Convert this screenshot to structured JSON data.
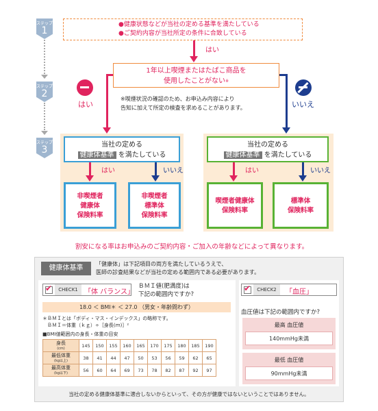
{
  "steps": [
    {
      "label": "ステップ",
      "num": "1"
    },
    {
      "label": "ステップ",
      "num": "2"
    },
    {
      "label": "ステップ",
      "num": "3"
    }
  ],
  "step1": {
    "line1": "●健康状態などが当社の定める基準を満たしている",
    "line2": "●ご契約内容が当社所定の条件に合致している",
    "yes": "はい"
  },
  "step2": {
    "q_line1": "1年以上喫煙またはたばこ商品を",
    "q_line2": "使用したことがない",
    "q_mark": "※",
    "note_line1": "※喫煙状況の確認のため、お申込み内容により",
    "note_line2": "告知に加えて所定の検査を求めることがあります。",
    "yes": "はい",
    "no": "いいえ"
  },
  "step3": {
    "box_line1": "当社の定める",
    "box_std": "健康体基準",
    "box_line2": "を満たしている",
    "yes": "はい",
    "no": "いいえ",
    "categories": [
      {
        "l1": "非喫煙者",
        "l2": "健康体",
        "l3": "保険料率"
      },
      {
        "l1": "非喫煙者",
        "l2": "標準体",
        "l3": "保険料率"
      },
      {
        "l1": "喫煙者健康体",
        "l2": "保険料率"
      },
      {
        "l1": "標準体",
        "l2": "保険料率"
      }
    ]
  },
  "discount_note": "割安になる率はお申込みのご契約内容・ご加入の年齢などによって異なります。",
  "criteria": {
    "title": "健康体基準",
    "desc_line1": "「健康体」は下記項目の両方を満たしているうえで、",
    "desc_line2": "医師の診査結果などが当社の定める範囲内である必要があります。",
    "check1": {
      "tag": "CHECK1",
      "name": "「体 バランス」",
      "q_line1": "ＢＭＩ値(肥満度)は",
      "q_line2": "下記の範囲内ですか?",
      "range": "18.0 ＜ BMI＊ ＜ 27.0 （男女・年齢問わず）",
      "def1": "＊ＢＭＩとは「ボディ・マス・インデックス」の略称です。",
      "def2": "ＢＭＩ＝体重（ｋｇ）÷［身長(ｍ)］²",
      "table_title": "■BMI値範囲内の身長・体重の目安",
      "rows": [
        {
          "h": "身長",
          "unit": "(cm)",
          "vals": [
            "145",
            "150",
            "155",
            "160",
            "165",
            "170",
            "175",
            "180",
            "185",
            "190"
          ]
        },
        {
          "h": "最低体重",
          "unit": "(kg以上)",
          "vals": [
            "38",
            "41",
            "44",
            "47",
            "50",
            "53",
            "56",
            "59",
            "62",
            "65"
          ]
        },
        {
          "h": "最高体重",
          "unit": "(kg以下)",
          "vals": [
            "56",
            "60",
            "64",
            "69",
            "73",
            "78",
            "82",
            "87",
            "92",
            "97"
          ]
        }
      ]
    },
    "check2": {
      "tag": "CHECK2",
      "name": "「血圧」",
      "q": "血圧値は下記の範囲内ですか?",
      "max_label": "最高 血圧値",
      "max_val": "140mmHg未満",
      "min_label": "最低 血圧値",
      "min_val": "90mmHg未満"
    },
    "footer": "当社の定める健康体基準に適合しないからといって、その方が健康ではないということではありません。"
  },
  "colors": {
    "red": "#e0245e",
    "blue": "#1d3d8f",
    "orange": "#f08a3c",
    "lightblue": "#3a9fd6",
    "green": "#58b234"
  }
}
